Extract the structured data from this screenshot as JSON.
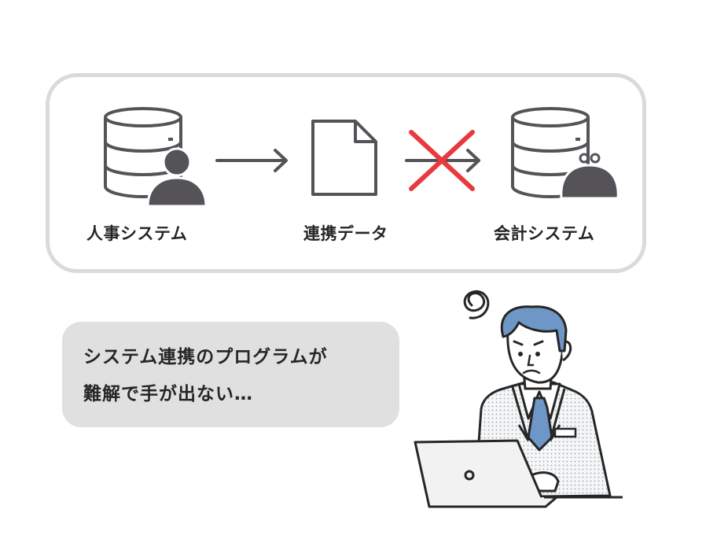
{
  "flow": {
    "source_label": "人事システム",
    "data_label": "連携データ",
    "target_label": "会計システム"
  },
  "bubble": {
    "line1": "システム連携のプログラムが",
    "line2": "難解で手が出ない…"
  },
  "colors": {
    "icon_stroke": "#555357",
    "cross_red": "#e83a3e",
    "panel_border": "#dadada",
    "bubble_fill": "#e0e0e0",
    "hair_blue": "#6e96c6",
    "tie_blue": "#6e96c6"
  },
  "icons": {
    "source": "database-person-icon",
    "data": "document-icon",
    "target": "database-wallet-icon",
    "blocked": "red-cross-icon"
  }
}
